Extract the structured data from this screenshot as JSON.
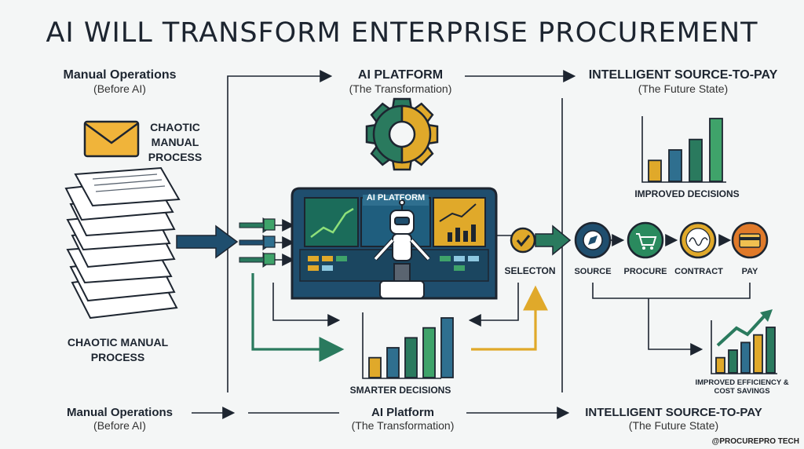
{
  "title": "AI WILL TRANSFORM ENTERPRISE PROCUREMENT",
  "columns": {
    "manual": {
      "head": "Manual Operations",
      "sub": "(Before AI)"
    },
    "platform": {
      "head": "AI PLATFORM",
      "sub": "(The Transformation)"
    },
    "future": {
      "head": "INTELLIGENT SOURCE-TO-PAY",
      "sub": "(The Future State)"
    }
  },
  "left": {
    "envelope_label": "CHAOTIC MANUAL PROCESS",
    "stack_label": "CHAOTIC MANUAL PROCESS"
  },
  "center": {
    "screen_label": "AI PLATFORM",
    "selection_label": "SELECTON",
    "smarter_label": "SMARTER DECISIONS",
    "smarter_chart": {
      "values": [
        2,
        3,
        4,
        5,
        6
      ],
      "colors": [
        "#e0a92a",
        "#2f6f8f",
        "#2a7a5e",
        "#3fa36a",
        "#2f6f8f"
      ]
    }
  },
  "right": {
    "improved_label": "IMPROVED DECISIONS",
    "improved_chart": {
      "values": [
        2,
        3,
        4,
        6
      ],
      "colors": [
        "#e0a92a",
        "#2f6f8f",
        "#2a7a5e",
        "#3fa36a"
      ]
    },
    "steps": [
      {
        "label": "SOURCE",
        "icon": "compass-icon",
        "color": "#1f4e6e"
      },
      {
        "label": "PROCURE",
        "icon": "cart-icon",
        "color": "#2a8a5e"
      },
      {
        "label": "CONTRACT",
        "icon": "signature-icon",
        "color": "#e0a92a"
      },
      {
        "label": "PAY",
        "icon": "card-icon",
        "color": "#e07a2a"
      }
    ],
    "efficiency_label": "IMPROVED EFFICIENCY & COST SAVINGS",
    "efficiency_chart": {
      "values": [
        2,
        3,
        4,
        5,
        6
      ],
      "colors": [
        "#e0a92a",
        "#2a7a5e",
        "#2f6f8f",
        "#e0a92a",
        "#2a7a5e"
      ]
    }
  },
  "footer": {
    "manual": {
      "head": "Manual Operations",
      "sub": "(Before AI)"
    },
    "platform": {
      "head": "AI Platform",
      "sub": "(The Transformation)"
    },
    "future": {
      "head": "INTELLIGENT SOURCE-TO-PAY",
      "sub": "(The Future State)"
    }
  },
  "brand": "@PROCUREPRO TECH"
}
